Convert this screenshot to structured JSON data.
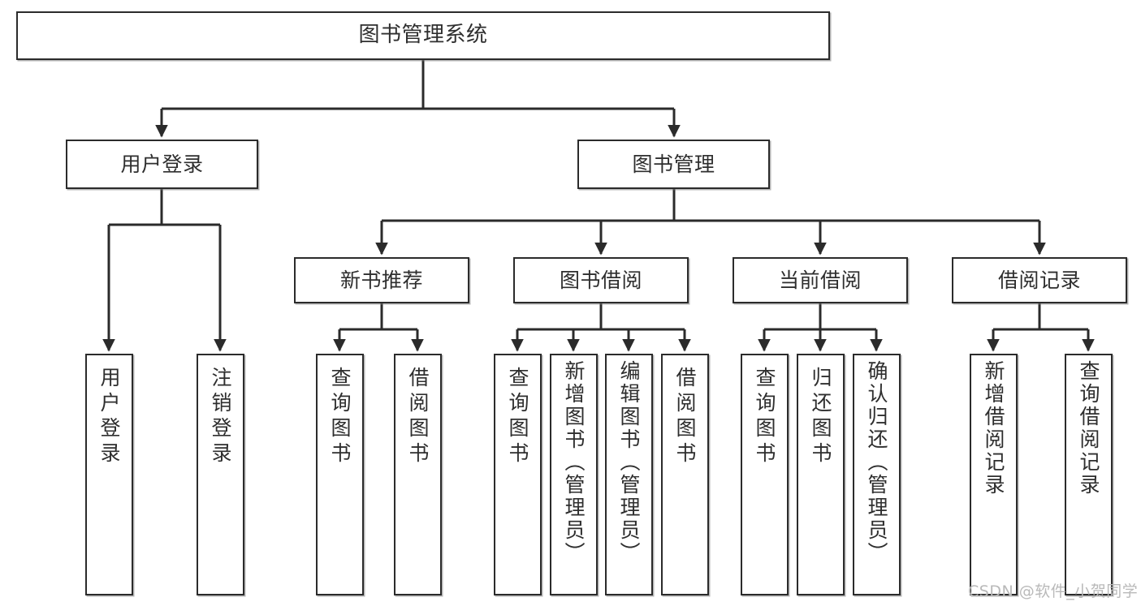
{
  "diagram": {
    "type": "tree-hierarchy",
    "title": "图书管理系统",
    "orientation": "top-down",
    "colors": {
      "background": "#ffffff",
      "box_border": "#2b2b2b",
      "box_fill": "#ffffff",
      "text": "#2e2e2e",
      "connector": "#2b2b2b",
      "watermark": "#b9b9b9"
    },
    "root": {
      "label": "图书管理系统"
    },
    "level2": [
      {
        "label": "用户登录"
      },
      {
        "label": "图书管理"
      }
    ],
    "level3": [
      {
        "label": "新书推荐"
      },
      {
        "label": "图书借阅"
      },
      {
        "label": "当前借阅"
      },
      {
        "label": "借阅记录"
      }
    ],
    "leaves": {
      "user_login": [
        {
          "label": "用户登录"
        },
        {
          "label": "注销登录"
        }
      ],
      "new_book_recommend": [
        {
          "label": "查询图书"
        },
        {
          "label": "借阅图书"
        }
      ],
      "book_borrow": [
        {
          "label": "查询图书"
        },
        {
          "label": "新增图书（管理员）"
        },
        {
          "label": "编辑图书（管理员）"
        },
        {
          "label": "借阅图书"
        }
      ],
      "current_borrow": [
        {
          "label": "查询图书"
        },
        {
          "label": "归还图书"
        },
        {
          "label": "确认归还（管理员）"
        }
      ],
      "borrow_record": [
        {
          "label": "新增借阅记录"
        },
        {
          "label": "查询借阅记录"
        }
      ]
    }
  },
  "watermark": {
    "text": "CSDN @软件_小贺同学"
  }
}
